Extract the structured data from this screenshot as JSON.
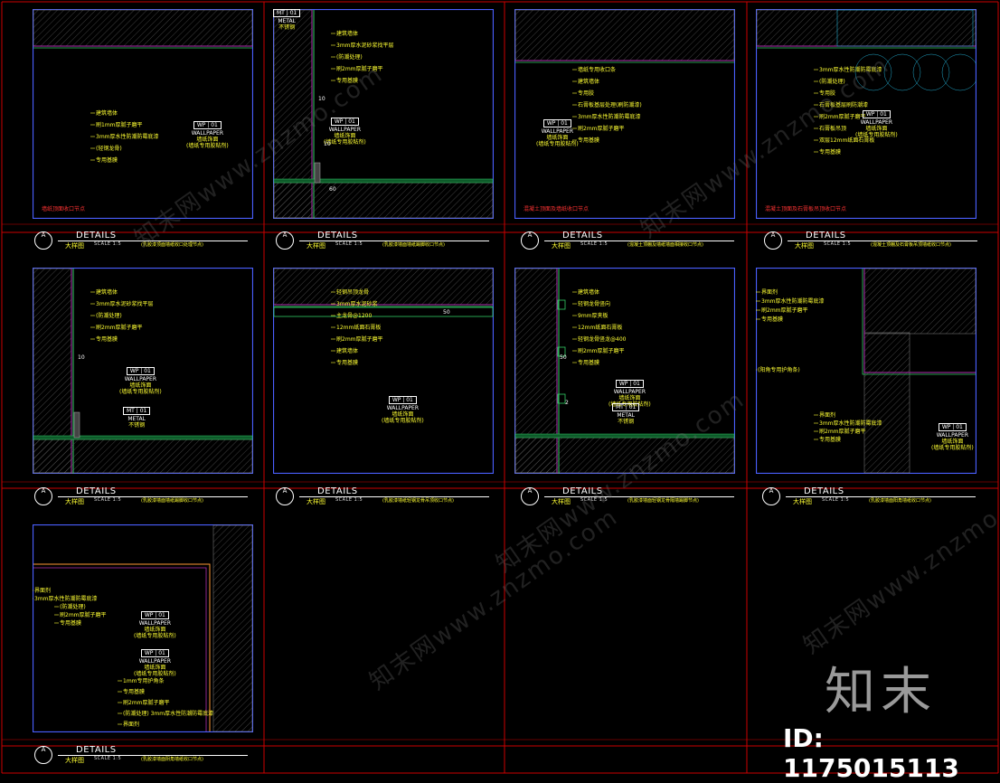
{
  "details": [
    {
      "title": "DETAILS",
      "letter": "A",
      "name": "大样图",
      "scale": "SCALE 1:5",
      "desc": "(乳胶漆顶面墙纸收口处理节点)",
      "notes": [
        "建筑墙体",
        "刷1mm厚腻子磨平",
        "3mm厚水性防潮防霉底漆",
        "(轻钢龙骨)",
        "专用基膜"
      ],
      "wp": {
        "code": "WP",
        "num": "01",
        "label": "WALLPAPER",
        "cn": "墙纸饰面",
        "cn2": "(墙纸专用胶粘剂)"
      },
      "red": "墙纸顶面收口节点"
    },
    {
      "title": "DETAILS",
      "letter": "A",
      "name": "大样图",
      "scale": "SCALE 1:5",
      "desc": "(乳胶漆墙面墙纸踢脚收口节点)",
      "notes": [
        "建筑墙体",
        "3mm厚水泥砂浆找平层",
        "(防潮处理)",
        "刷2mm厚腻子磨平",
        "专用基膜"
      ],
      "wp": {
        "code": "WP",
        "num": "01",
        "label": "WALLPAPER",
        "cn": "墙纸饰面",
        "cn2": "(墙纸专用胶粘剂)"
      },
      "mt": {
        "code": "MT",
        "num": "01",
        "label": "METAL",
        "cn": "不锈钢"
      },
      "dims": [
        "10",
        "10",
        "60"
      ]
    },
    {
      "title": "DETAILS",
      "letter": "A",
      "name": "大样图",
      "scale": "SCALE 1:5",
      "desc": "(混凝土顶棚及墙纸墙面相接收口节点)",
      "notes": [
        "墙纸专用收口条",
        "建筑墙体",
        "专用胶",
        "石膏板基层处理(刷防潮漆)",
        "3mm厚水性防潮防霉底漆",
        "刷2mm厚腻子磨平",
        "专用基膜"
      ],
      "wp": {
        "code": "WP",
        "num": "01",
        "label": "WALLPAPER",
        "cn": "墙纸饰面",
        "cn2": "(墙纸专用胶粘剂)"
      },
      "red": "混凝土顶面及墙纸收口节点"
    },
    {
      "title": "DETAILS",
      "letter": "A",
      "name": "大样图",
      "scale": "SCALE 1:5",
      "desc": "(混凝土顶棚及石膏板吊顶墙纸收口节点)",
      "notes": [
        "3mm厚水性防潮防霉底漆",
        "(防潮处理)",
        "专用胶",
        "石膏板基层刷防潮漆",
        "刷2mm厚腻子磨平",
        "石膏板吊顶",
        "双层12mm纸面石膏板",
        "专用基膜"
      ],
      "wp": {
        "code": "WP",
        "num": "01",
        "label": "WALLPAPER",
        "cn": "墙纸饰面",
        "cn2": "(墙纸专用胶粘剂)"
      },
      "red": "混凝土顶面及石膏板吊顶收口节点"
    },
    {
      "title": "DETAILS",
      "letter": "A",
      "name": "大样图",
      "scale": "SCALE 1:5",
      "desc": "(乳胶漆墙面墙纸踢脚收口节点)",
      "notes": [
        "建筑墙体",
        "3mm厚水泥砂浆找平层",
        "(防潮处理)",
        "刷2mm厚腻子磨平",
        "专用基膜"
      ],
      "wp": {
        "code": "WP",
        "num": "01",
        "label": "WALLPAPER",
        "cn": "墙纸饰面",
        "cn2": "(墙纸专用胶粘剂)"
      },
      "mt": {
        "code": "MT",
        "num": "01",
        "label": "METAL",
        "cn": "不锈钢"
      },
      "dims": [
        "10"
      ]
    },
    {
      "title": "DETAILS",
      "letter": "A",
      "name": "大样图",
      "scale": "SCALE 1:5",
      "desc": "(乳胶漆墙纸轻钢龙骨吊顶收口节点)",
      "notes": [
        "轻钢吊顶龙骨",
        "3mm厚水泥砂浆",
        "主龙骨@1200",
        "12mm纸面石膏板",
        "刷2mm厚腻子磨平",
        "建筑墙体",
        "专用基膜"
      ],
      "wp": {
        "code": "WP",
        "num": "01",
        "label": "WALLPAPER",
        "cn": "墙纸饰面",
        "cn2": "(墙纸专用胶粘剂)"
      },
      "dims": [
        "50"
      ]
    },
    {
      "title": "DETAILS",
      "letter": "A",
      "name": "大样图",
      "scale": "SCALE 1:5",
      "desc": "(乳胶漆墙面轻钢龙骨隔墙踢脚节点)",
      "notes": [
        "建筑墙体",
        "轻钢龙骨竖向",
        "9mm厚夹板",
        "12mm纸面石膏板",
        "轻钢龙骨竖龙@400",
        "刷2mm厚腻子磨平",
        "专用基膜"
      ],
      "wp": {
        "code": "WP",
        "num": "01",
        "label": "WALLPAPER",
        "cn": "墙纸饰面",
        "cn2": "(墙纸专用胶粘剂)"
      },
      "mt": {
        "code": "MT",
        "num": "01",
        "label": "METAL",
        "cn": "不锈钢"
      },
      "dims": [
        "50",
        "2"
      ]
    },
    {
      "title": "DETAILS",
      "letter": "A",
      "name": "大样图",
      "scale": "SCALE 1:5",
      "desc": "(乳胶漆墙面阳角墙纸收口节点)",
      "notes": [
        "界面剂",
        "3mm厚水性防潮防霉底漆",
        "刷2mm厚腻子磨平",
        "专用基膜",
        "(阳角专用护角条)",
        "界面剂",
        "3mm厚水性防潮防霉底漆",
        "刷2mm厚腻子磨平",
        "专用基膜"
      ],
      "wp": {
        "code": "WP",
        "num": "01",
        "label": "WALLPAPER",
        "cn": "墙纸饰面",
        "cn2": "(墙纸专用胶粘剂)"
      }
    },
    {
      "title": "DETAILS",
      "letter": "A",
      "name": "大样图",
      "scale": "SCALE 1:5",
      "desc": "(乳胶漆墙面阴角墙纸收口节点)",
      "notes": [
        "界面剂",
        "3mm厚水性防潮防霉底漆",
        "(防潮处理)",
        "刷2mm厚腻子磨平",
        "专用基膜",
        "1mm专用护角条",
        "专用基膜",
        "刷2mm厚腻子磨平",
        "(防潮处理) 3mm厚水性防潮防霉底漆",
        "界面剂"
      ],
      "wp": {
        "code": "WP",
        "num": "01",
        "label": "WALLPAPER",
        "cn": "墙纸饰面",
        "cn2": "(墙纸专用胶粘剂)"
      },
      "wp2": {
        "code": "WP",
        "num": "01",
        "label": "WALLPAPER",
        "cn": "墙纸饰面",
        "cn2": "(墙纸专用胶粘剂)"
      }
    }
  ],
  "watermark": "知末网www.znzmo.com",
  "brand": "知末",
  "brand_id": "ID: 1175015113",
  "colors": {
    "frame": "#cc0000",
    "border": "#4a5fff",
    "text": "#ffff33",
    "hatch": "#6a6a6a",
    "green": "#0e5a2a",
    "magenta": "#b030b0"
  }
}
